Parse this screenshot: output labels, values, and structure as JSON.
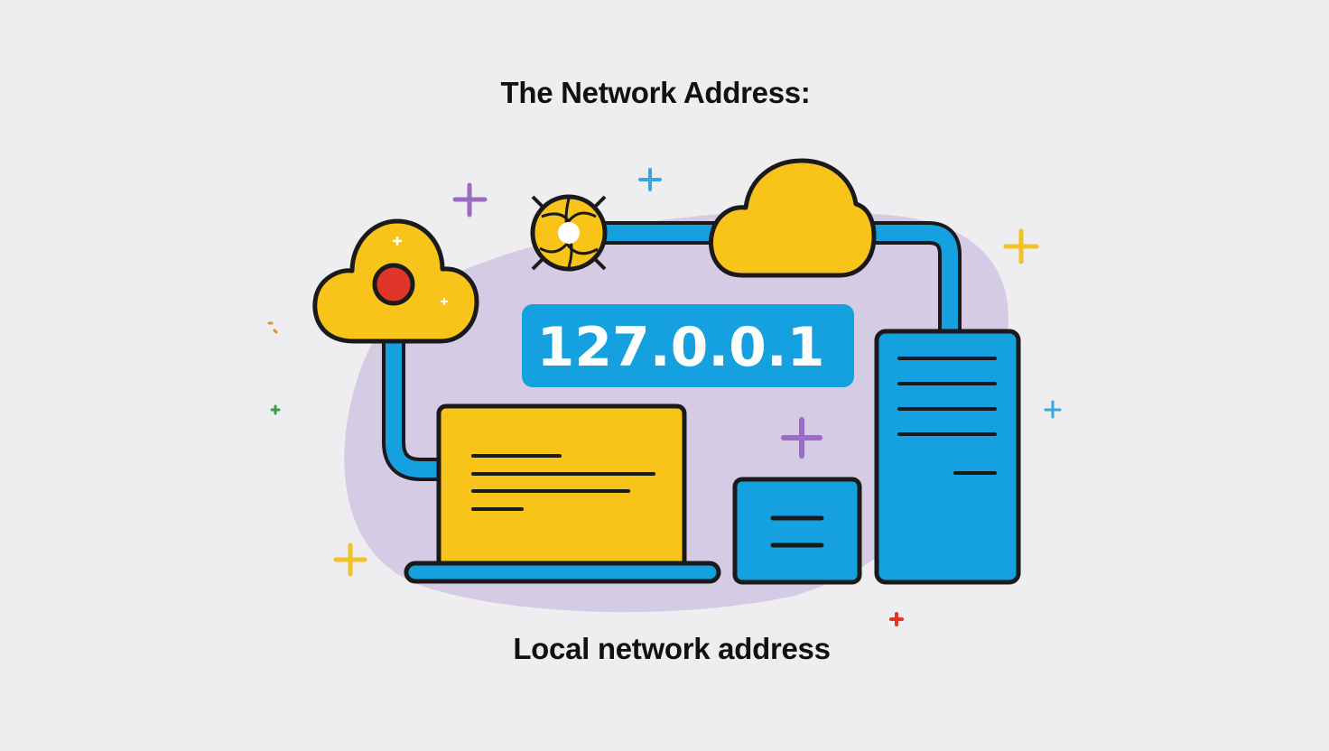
{
  "header": {
    "title": "The Network Address:"
  },
  "diagram": {
    "ip_address": "127.0.0.1",
    "caption": "Local network address",
    "colors": {
      "background": "#eeeef0",
      "blob": "#d5cbe4",
      "yellow": "#f8c41a",
      "blue": "#15a0df",
      "outline": "#1a1a1a",
      "red_dot": "#e0362a",
      "purple_plus": "#9b6cc4"
    },
    "icons": [
      "cloud-left-icon",
      "cloud-top-icon",
      "globe-icon",
      "laptop-icon",
      "server-tower-icon",
      "small-device-icon",
      "sparkle-plus-icon"
    ]
  }
}
